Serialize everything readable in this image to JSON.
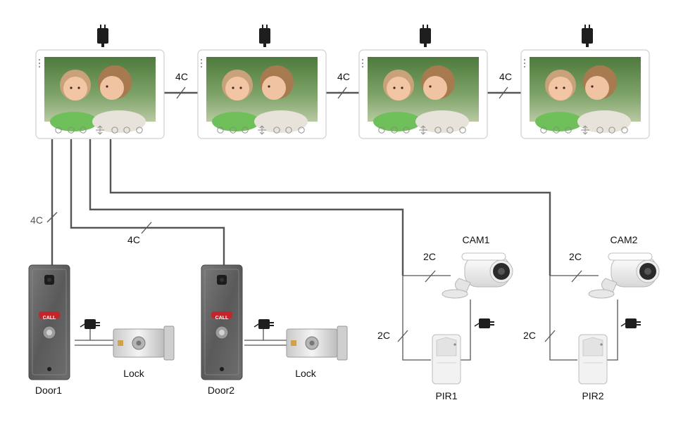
{
  "wiring": {
    "monitor_link_1": "4C",
    "monitor_link_2": "4C",
    "monitor_link_3": "4C",
    "door1_cable": "4C",
    "door2_cable": "4C",
    "cam1_cable": "2C",
    "pir1_cable": "2C",
    "cam2_cable": "2C",
    "pir2_cable": "2C"
  },
  "devices": {
    "door1": "Door1",
    "door2": "Door2",
    "lock1": "Lock",
    "lock2": "Lock",
    "cam1": "CAM1",
    "cam2": "CAM2",
    "pir1": "PIR1",
    "pir2": "PIR2",
    "call_button": "CALL"
  },
  "icons": {
    "power_adapter": "power-adapter-icon",
    "monitor": "monitor-icon",
    "door_station": "door-station-icon",
    "lock": "lock-icon",
    "camera": "camera-icon",
    "pir": "pir-sensor-icon"
  },
  "colors": {
    "wire": "#555555",
    "call_button": "#c4252b",
    "door_panel": "#5b5b5b",
    "camera_body": "#eeeeee"
  }
}
